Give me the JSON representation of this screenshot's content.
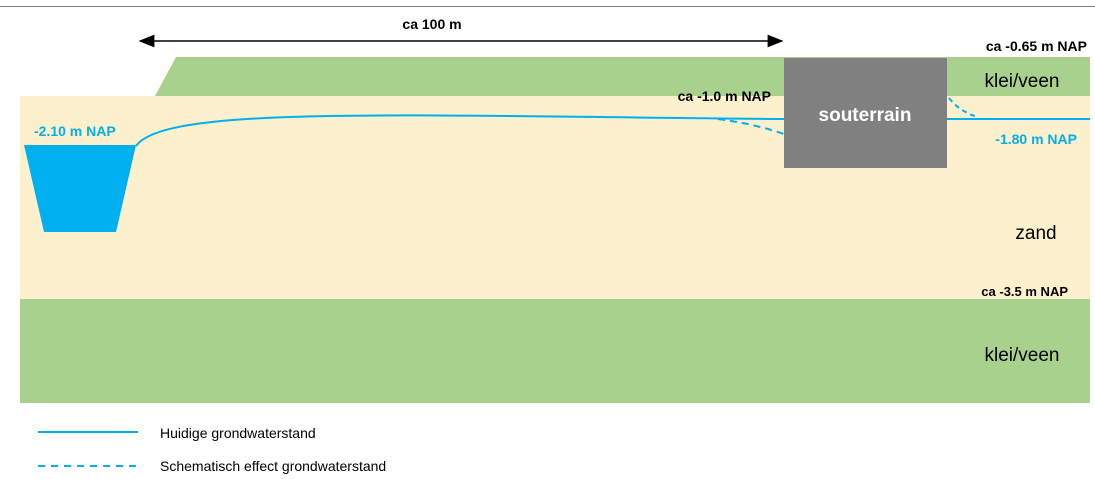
{
  "distance_label": "ca 100 m",
  "levels": {
    "top": "ca -0.65 m NAP",
    "left_water": "-2.10 m NAP",
    "mid_water": "ca -1.0 m NAP",
    "right_water": "-1.80 m NAP",
    "sand_bottom": "ca -3.5 m NAP"
  },
  "layers": {
    "top": "klei/veen",
    "sand": "zand",
    "bottom": "klei/veen"
  },
  "structure": "souterrain",
  "legend": {
    "solid": "Huidige grondwaterstand",
    "dashed": "Schematisch effect grondwaterstand"
  },
  "colors": {
    "clay": "#a9d18e",
    "sand": "#fdf0cd",
    "water": "#00b0f0",
    "building": "#808080",
    "text_dark": "#000000"
  }
}
